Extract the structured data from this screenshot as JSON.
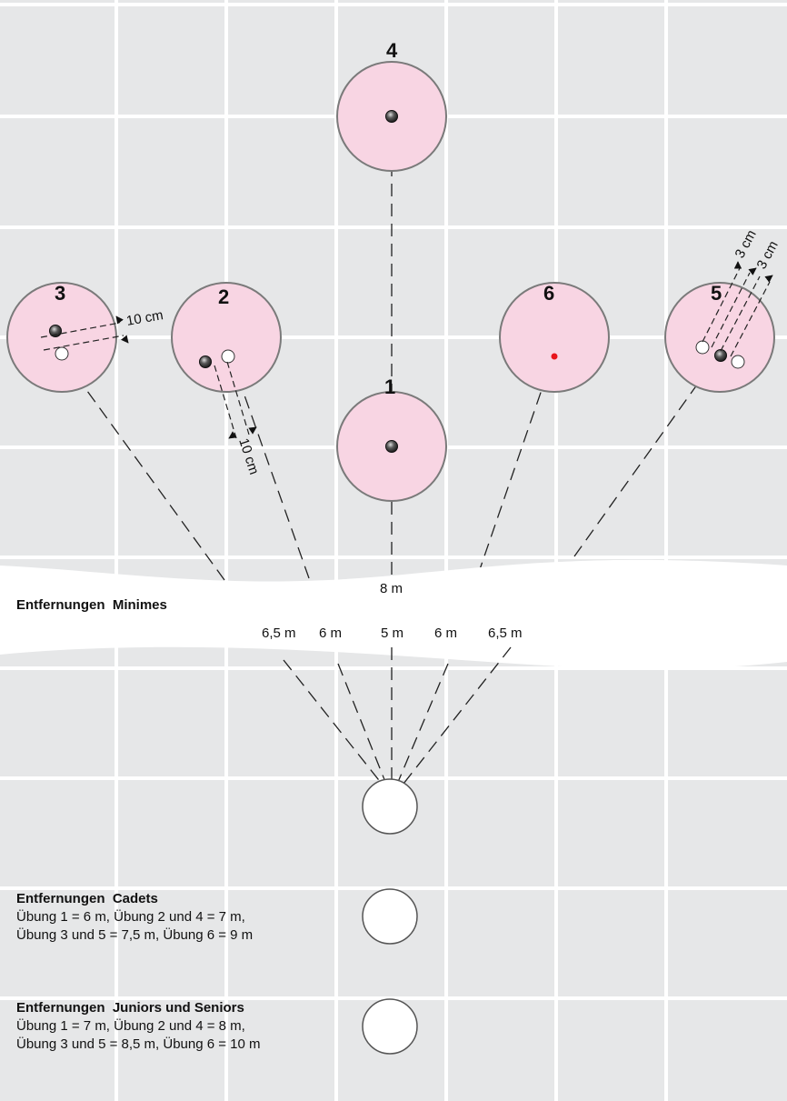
{
  "targets": [
    {
      "id": "1",
      "label": "1"
    },
    {
      "id": "2",
      "label": "2"
    },
    {
      "id": "3",
      "label": "3"
    },
    {
      "id": "4",
      "label": "4"
    },
    {
      "id": "5",
      "label": "5"
    },
    {
      "id": "6",
      "label": "6"
    }
  ],
  "measurements": {
    "ex3_gap": "10 cm",
    "ex2_gap": "10 cm",
    "ex5_gap_a": "3 cm",
    "ex5_gap_b": "3 cm"
  },
  "distances": {
    "center_far": "8 m",
    "row": [
      "6,5 m",
      "6 m",
      "5 m",
      "6 m",
      "6,5 m"
    ]
  },
  "minimes": {
    "heading": "Entfernungen  Minimes"
  },
  "cadets": {
    "heading": "Entfernungen  Cadets",
    "line1": "Übung 1 = 6 m, Übung 2 und 4 = 7 m,",
    "line2": "Übung 3 und 5 = 7,5 m, Übung 6 = 9 m"
  },
  "juniors": {
    "heading": "Entfernungen  Juniors und Seniors",
    "line1": "Übung 1 = 7 m, Übung 2 und 4 = 8 m,",
    "line2": "Übung 3 und 5 = 8,5 m, Übung 6 = 10 m"
  },
  "colors": {
    "tile": "#e6e7e8",
    "grout": "#ffffff",
    "target_fill": "#f8d5e3",
    "target_stroke": "#7a7a7a",
    "jack": "#e8141c"
  }
}
